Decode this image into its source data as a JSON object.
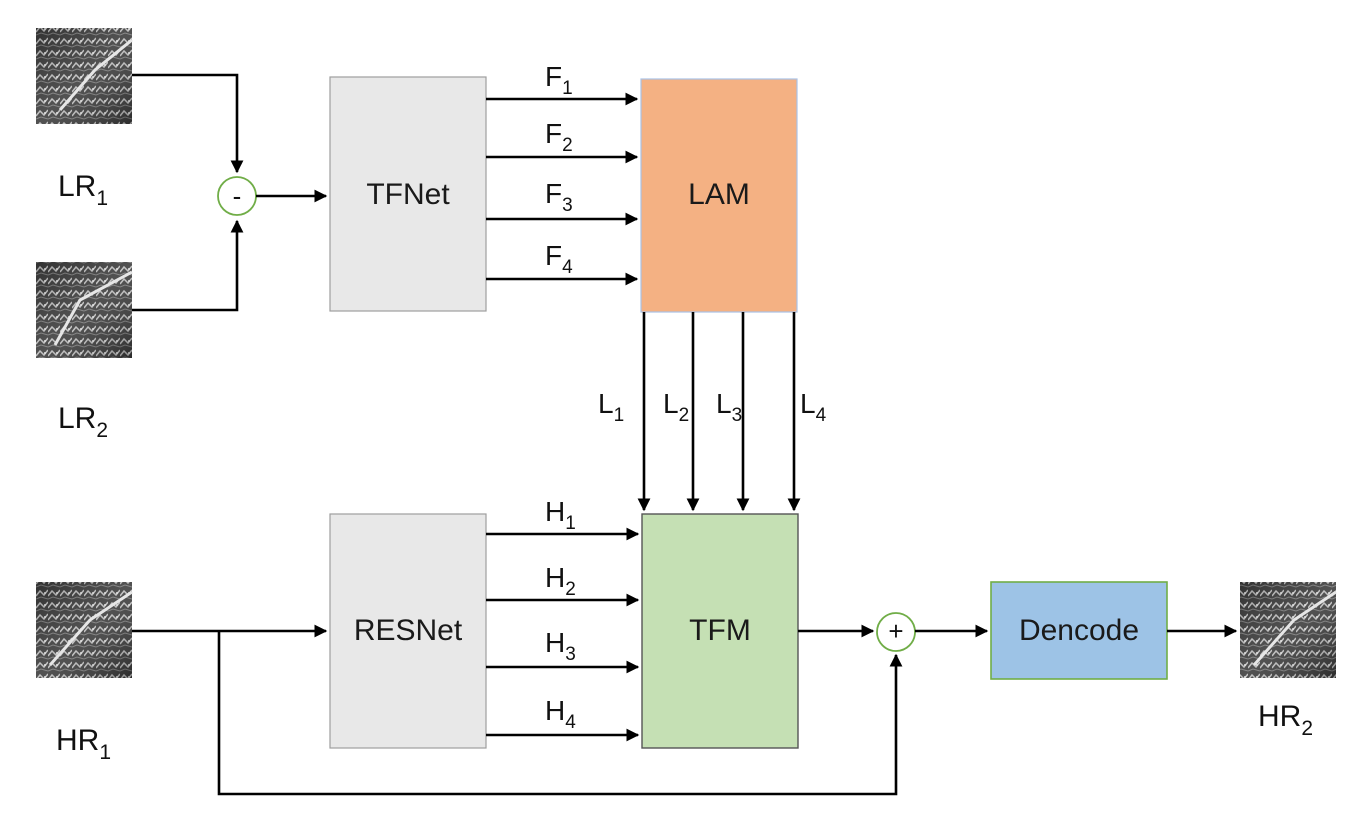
{
  "images": {
    "lr1": {
      "label": "LR",
      "sub": "1"
    },
    "lr2": {
      "label": "LR",
      "sub": "2"
    },
    "hr1": {
      "label": "HR",
      "sub": "1"
    },
    "hr2": {
      "label": "HR",
      "sub": "2"
    }
  },
  "operators": {
    "subtract": "-",
    "add": "+"
  },
  "blocks": {
    "tfnet": {
      "label": "TFNet",
      "color": "#e8e8e8"
    },
    "lam": {
      "label": "LAM",
      "color": "#f4b183"
    },
    "resnet": {
      "label": "RESNet",
      "color": "#e8e8e8"
    },
    "tfm": {
      "label": "TFM",
      "color": "#c5e0b4"
    },
    "dencode": {
      "label": "Dencode",
      "color": "#9dc3e6"
    }
  },
  "edges": {
    "f": [
      {
        "label": "F",
        "sub": "1"
      },
      {
        "label": "F",
        "sub": "2"
      },
      {
        "label": "F",
        "sub": "3"
      },
      {
        "label": "F",
        "sub": "4"
      }
    ],
    "l": [
      {
        "label": "L",
        "sub": "1"
      },
      {
        "label": "L",
        "sub": "2"
      },
      {
        "label": "L",
        "sub": "3"
      },
      {
        "label": "L",
        "sub": "4"
      }
    ],
    "h": [
      {
        "label": "H",
        "sub": "1"
      },
      {
        "label": "H",
        "sub": "2"
      },
      {
        "label": "H",
        "sub": "3"
      },
      {
        "label": "H",
        "sub": "4"
      }
    ]
  },
  "colors": {
    "operator_stroke": "#70ad47",
    "line": "#000000",
    "block_border": "#9e9e9e"
  }
}
